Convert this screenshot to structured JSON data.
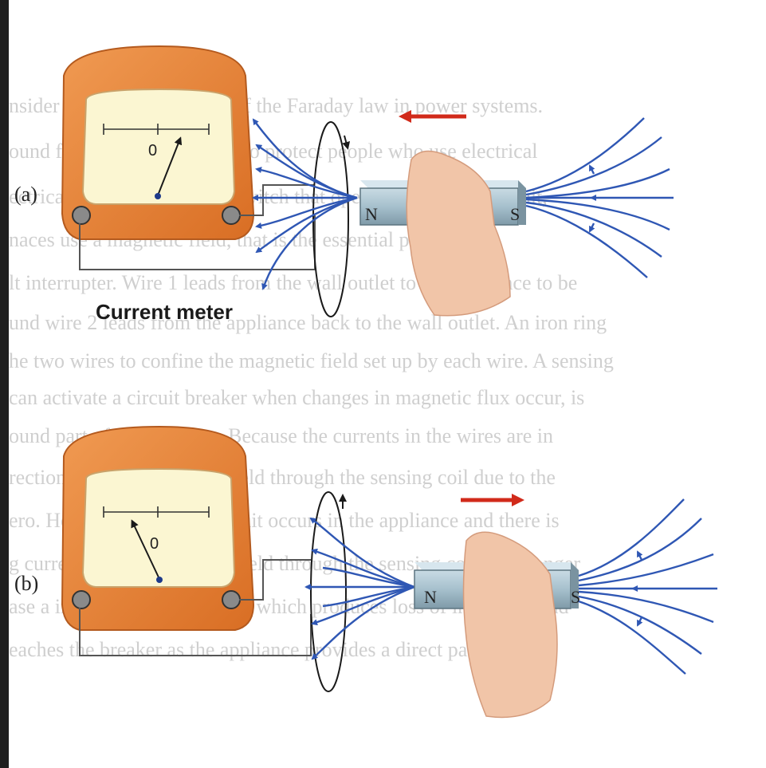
{
  "panels": [
    {
      "label": "(a)",
      "meter_zero": "0",
      "pole_north": "N",
      "pole_south": "S",
      "meter_caption": "Current meter",
      "motion": "toward coil"
    },
    {
      "label": "(b)",
      "meter_zero": "0",
      "pole_north": "N",
      "pole_south": "S",
      "meter_caption": "",
      "motion": "away from coil"
    }
  ],
  "background_text_lines": [
    "nsider several applications of the Faraday law in power systems.",
    "ound fault interrupter (GFI) to protect people who use electrical",
    "ectrical power. A magnetic switch that opens and closes a circuit,",
    "naces use a magnetic field, that is the essential part of a",
    "lt interrupter. Wire 1 leads from the wall outlet to the appliance to be",
    "und wire 2 leads from the appliance back to the wall outlet. An iron ring",
    "he two wires to confine the magnetic field set up by each wire. A sensing",
    "can activate a circuit breaker when changes in magnetic flux occur, is",
    "ound part of the iron ring. Because the currents in the wires are in",
    "rections, the net magnetic field through the sensing coil due to the",
    "ero. However, if a short circuit occurs in the appliance and there is",
    "g current, the net magnetic field through the sensing coil is no longer",
    "ase a induced emf in the coil, which produces loss of insulation and",
    "eaches the breaker as the appliance provides a direct path to"
  ],
  "colors": {
    "meter_body": "#e8843a",
    "meter_face": "#fbf6d2",
    "field_lines": "#2f57b4",
    "motion_arrow": "#d12a1a",
    "magnet": "#9ab6c4",
    "hand": "#f1c5a8",
    "left_bar": "#1f1f1f"
  }
}
